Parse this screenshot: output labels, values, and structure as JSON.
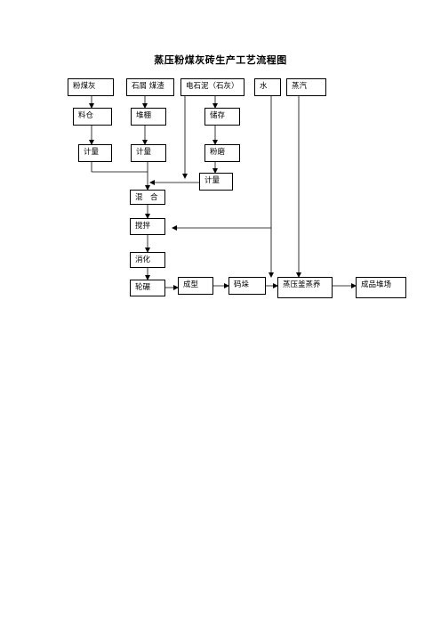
{
  "title": "蒸压粉煤灰砖生产工艺流程图",
  "nodes": {
    "fly_ash": "粉煤灰",
    "stone_coal": "石屑  煤渣",
    "carbide_lime": "电石泥（石灰）",
    "water": "水",
    "steam": "蒸汽",
    "silo": "料仓",
    "shed": "堆棚",
    "storage": "储存",
    "meter_1": "计量",
    "meter_2": "计量",
    "grind": "粉磨",
    "meter_3": "计量",
    "mix": "混　合",
    "stir": "搅拌",
    "digest": "消化",
    "wheel_mill": "轮碾",
    "forming": "成型",
    "stacking": "码垛",
    "autoclave": "蒸压釜蒸养",
    "yard": "成品堆场"
  }
}
